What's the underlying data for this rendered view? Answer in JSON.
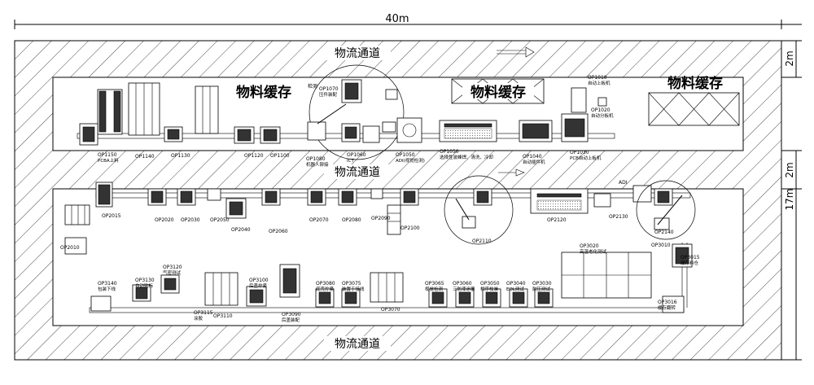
{
  "dimensions": {
    "width": "40m",
    "top_channel": "2m",
    "middle_channel": "2m",
    "lower_zone": "17m"
  },
  "channels": {
    "top": "物流通道",
    "middle": "物流通道",
    "bottom": "物流通道"
  },
  "buffers": {
    "left": "物料缓存",
    "middle": "物料缓存",
    "right": "物料缓存"
  },
  "upper_line": [
    {
      "id": "OP1150",
      "sub": "PCBA上料"
    },
    {
      "id": "OP1140",
      "sub": ""
    },
    {
      "id": "OP1130",
      "sub": ""
    },
    {
      "id": "OP1120",
      "sub": ""
    },
    {
      "id": "OP1100",
      "sub": ""
    },
    {
      "id": "OP1070",
      "sub": "压件装配"
    },
    {
      "id": "OP1080",
      "sub": "机器人铆接"
    },
    {
      "id": "OP1060",
      "sub": "ICT"
    },
    {
      "id": "OP1050",
      "sub": "ADI(视觉检测)"
    },
    {
      "id": "OP1050",
      "sub": "选择性波峰焊、清洗、冷却"
    },
    {
      "id": "OP1040",
      "sub": "自动插件机"
    },
    {
      "id": "OP1030",
      "sub": "PCB自动上板机"
    },
    {
      "id": "OP1020",
      "sub": "自动分板机"
    },
    {
      "id": "OP1010",
      "sub": "自动上板机"
    }
  ],
  "upper_extra": [
    "检测"
  ],
  "middle_line": [
    {
      "id": "OP2015",
      "sub": ""
    },
    {
      "id": "OP2010",
      "sub": ""
    },
    {
      "id": "OP2020",
      "sub": ""
    },
    {
      "id": "OP2030",
      "sub": ""
    },
    {
      "id": "OP2050",
      "sub": ""
    },
    {
      "id": "OP2040",
      "sub": ""
    },
    {
      "id": "OP2060",
      "sub": ""
    },
    {
      "id": "OP2070",
      "sub": ""
    },
    {
      "id": "OP2080",
      "sub": ""
    },
    {
      "id": "OP2090",
      "sub": ""
    },
    {
      "id": "OP2100",
      "sub": ""
    },
    {
      "id": "OP2110",
      "sub": ""
    },
    {
      "id": "OP2120",
      "sub": ""
    },
    {
      "id": "OP2130",
      "sub": ""
    },
    {
      "id": "OP2140",
      "sub": ""
    }
  ],
  "middle_extra": [
    "ADI"
  ],
  "lower_line": [
    {
      "id": "OP3140",
      "sub": "包装下线"
    },
    {
      "id": "OP3130",
      "sub": "自动贴标"
    },
    {
      "id": "OP3120",
      "sub": "气密测试"
    },
    {
      "id": "OP3115",
      "sub": "涂胶"
    },
    {
      "id": "OP3110",
      "sub": ""
    },
    {
      "id": "OP3100",
      "sub": "后盖拧紧"
    },
    {
      "id": "OP3090",
      "sub": "后盖装配"
    },
    {
      "id": "OP3080",
      "sub": "底壳拧紧"
    },
    {
      "id": "OP3075",
      "sub": "装置于接线"
    },
    {
      "id": "OP3070",
      "sub": ""
    },
    {
      "id": "OP3065",
      "sub": "视觉检测"
    },
    {
      "id": "OP3060",
      "sub": "三防漆涂覆"
    },
    {
      "id": "OP3050",
      "sub": "相序校准"
    },
    {
      "id": "OP3040",
      "sub": "EOL测试"
    },
    {
      "id": "OP3030",
      "sub": "耐压测试"
    },
    {
      "id": "OP3020",
      "sub": "高温老化测试"
    },
    {
      "id": "OP3010",
      "sub": ""
    },
    {
      "id": "OP3015",
      "sub": "缓存料仓"
    },
    {
      "id": "OP3016",
      "sub": "缓存翻转"
    }
  ]
}
